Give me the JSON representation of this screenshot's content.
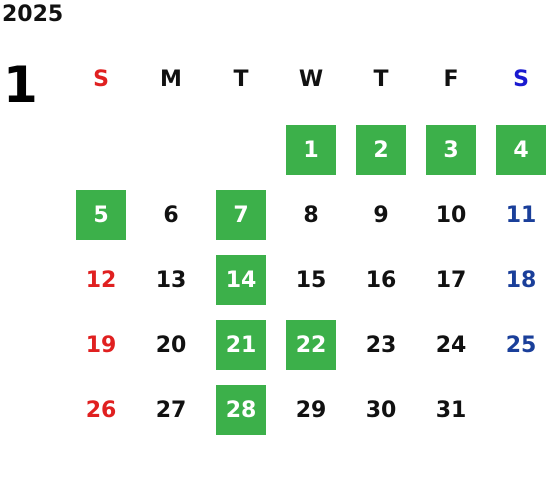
{
  "calendar": {
    "year": "2025",
    "month": "1",
    "weekdays": [
      "S",
      "M",
      "T",
      "W",
      "T",
      "F",
      "S"
    ],
    "colors": {
      "sunday": "#e02020",
      "saturday": "#1a3f9a",
      "weekday": "#111111",
      "highlight": "#3cb04a"
    },
    "first_weekday_index": 3,
    "weeks": [
      [
        null,
        null,
        null,
        "1",
        "2",
        "3",
        "4"
      ],
      [
        "5",
        "6",
        "7",
        "8",
        "9",
        "10",
        "11"
      ],
      [
        "12",
        "13",
        "14",
        "15",
        "16",
        "17",
        "18"
      ],
      [
        "19",
        "20",
        "21",
        "22",
        "23",
        "24",
        "25"
      ],
      [
        "26",
        "27",
        "28",
        "29",
        "30",
        "31",
        null
      ]
    ],
    "highlighted_days": [
      "1",
      "2",
      "3",
      "4",
      "5",
      "7",
      "14",
      "21",
      "22",
      "28"
    ]
  }
}
